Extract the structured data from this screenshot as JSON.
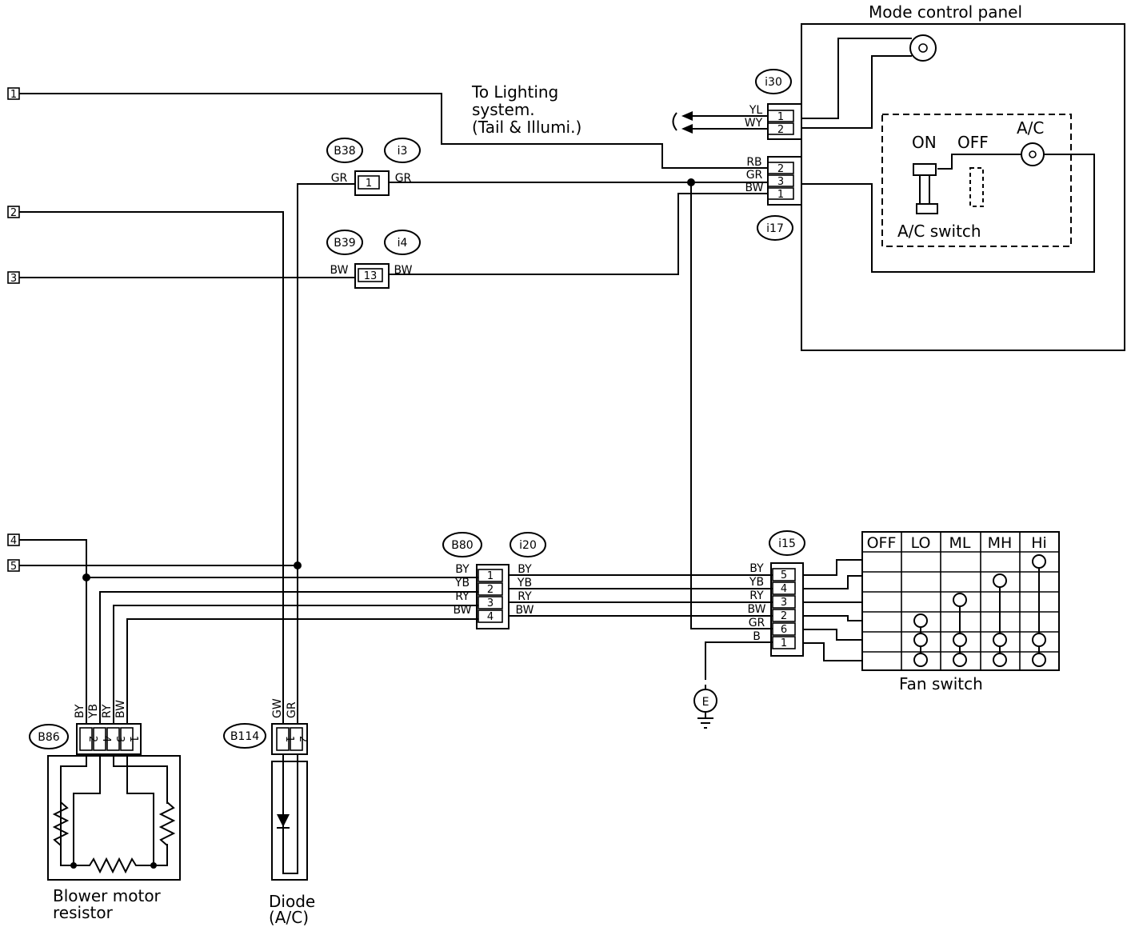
{
  "labels": {
    "mode_panel": "Mode control panel",
    "lighting_1": "To Lighting",
    "lighting_2": "system.",
    "lighting_3": "(Tail & Illumi.)",
    "on": "ON",
    "off": "OFF",
    "ac": "A/C",
    "ac_switch": "A/C switch",
    "fan_switch": "Fan switch",
    "blower_1": "Blower motor",
    "blower_2": "resistor",
    "diode_1": "Diode",
    "diode_2": "(A/C)",
    "ground": "E"
  },
  "terminals": [
    "1",
    "2",
    "3",
    "4",
    "5"
  ],
  "connectors": {
    "i30": "i30",
    "i17": "i17",
    "B38": "B38",
    "i3": "i3",
    "B39": "B39",
    "i4": "i4",
    "B80": "B80",
    "i20": "i20",
    "i15": "i15",
    "B86": "B86",
    "B114": "B114"
  },
  "i30": {
    "wires": [
      "YL",
      "WY"
    ],
    "pins": [
      "1",
      "2"
    ]
  },
  "i17": {
    "wires": [
      "RB",
      "GR",
      "BW"
    ],
    "pins": [
      "2",
      "3",
      "1"
    ]
  },
  "b38": {
    "wire_left": "GR",
    "wire_right": "GR",
    "pin": "1"
  },
  "b39": {
    "wire_left": "BW",
    "wire_right": "BW",
    "pin": "13"
  },
  "b80": {
    "wires_left": [
      "BY",
      "YB",
      "RY",
      "BW"
    ],
    "wires_right": [
      "BY",
      "YB",
      "RY",
      "BW"
    ],
    "pins": [
      "1",
      "2",
      "3",
      "4"
    ]
  },
  "i15": {
    "wires": [
      "BY",
      "YB",
      "RY",
      "BW",
      "GR",
      "B"
    ],
    "pins": [
      "5",
      "4",
      "3",
      "2",
      "6",
      "1"
    ]
  },
  "b86": {
    "wires": [
      "BY",
      "YB",
      "RY",
      "BW"
    ],
    "pins": [
      "2",
      "4",
      "3",
      "1"
    ]
  },
  "b114": {
    "wires": [
      "GW",
      "GR"
    ],
    "pins": [
      "1",
      "2"
    ]
  },
  "fan_table": {
    "headers": [
      "OFF",
      "LO",
      "ML",
      "MH",
      "Hi"
    ]
  }
}
